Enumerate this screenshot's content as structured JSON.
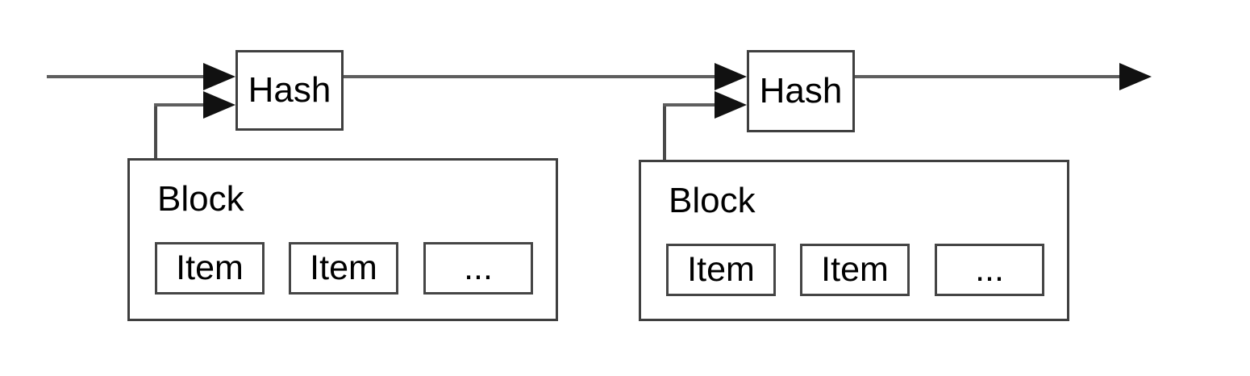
{
  "diagram": {
    "kind": "hash-chain-of-blocks",
    "hash_nodes": [
      {
        "label": "Hash"
      },
      {
        "label": "Hash"
      }
    ],
    "blocks": [
      {
        "label": "Block",
        "items": [
          "Item",
          "Item",
          "..."
        ]
      },
      {
        "label": "Block",
        "items": [
          "Item",
          "Item",
          "..."
        ]
      }
    ],
    "colors": {
      "background": "#ffffff",
      "box_border": "#3f3f3f",
      "line_stroke": "#5e5e5e",
      "arrowhead": "#111111",
      "text": "#000000"
    }
  }
}
